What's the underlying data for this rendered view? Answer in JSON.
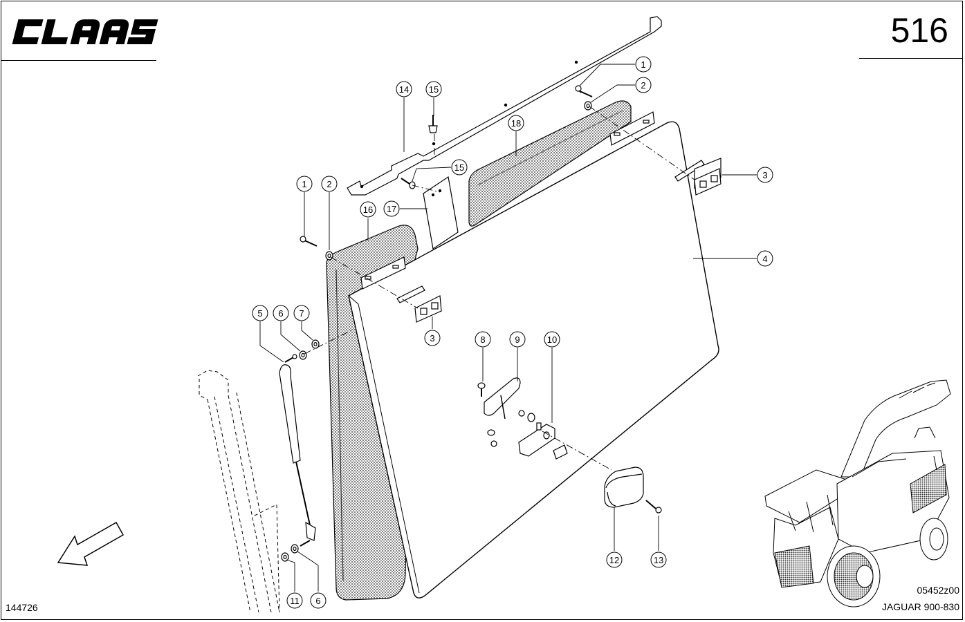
{
  "brand": "CLAAS",
  "page_number": "516",
  "drawing_number": "144726",
  "figure_code": "05452z00",
  "model": "JAGUAR 900-830",
  "callouts": [
    "1",
    "2",
    "3",
    "4",
    "5",
    "6",
    "7",
    "8",
    "9",
    "10",
    "11",
    "12",
    "13",
    "14",
    "15",
    "16",
    "17",
    "18"
  ]
}
